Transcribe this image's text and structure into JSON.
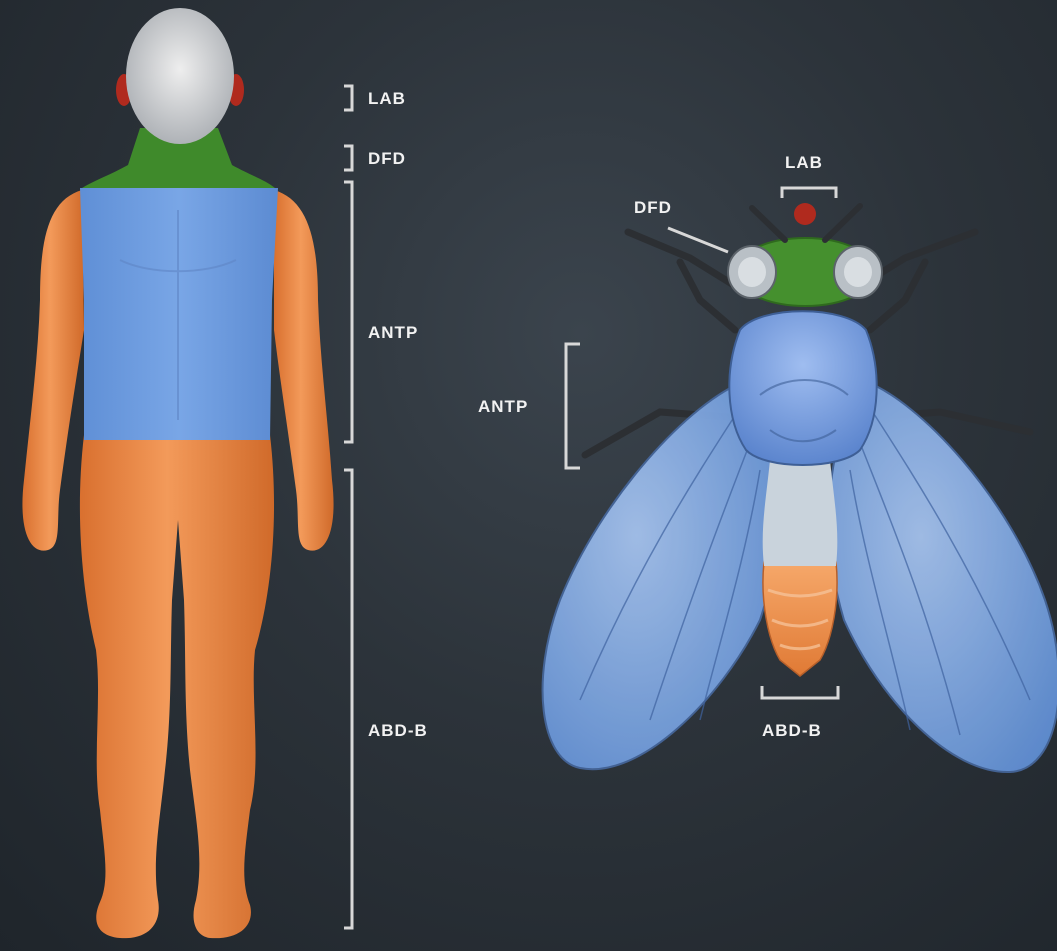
{
  "colors": {
    "background": "#2c333a",
    "lab": "#b02a1e",
    "dfd": "#3f8a2b",
    "antp": "#6f9ee0",
    "abd_b": "#ee8a45",
    "bracket": "#d8d8d8"
  },
  "human": {
    "labels": {
      "lab": "LAB",
      "dfd": "DFD",
      "antp": "ANTP",
      "abd_b": "ABD-B"
    }
  },
  "fly": {
    "labels": {
      "lab": "LAB",
      "dfd": "DFD",
      "antp": "ANTP",
      "abd_b": "ABD-B"
    }
  }
}
